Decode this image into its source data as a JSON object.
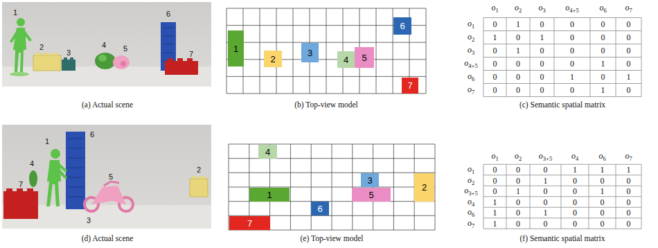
{
  "diagram": {
    "nodes": [
      {
        "text": [
          "1"
        ]
      },
      {
        "text": [
          "2"
        ]
      },
      {
        "text": [
          "3"
        ]
      },
      {
        "text": [
          "4"
        ]
      },
      {
        "text": [
          "5"
        ]
      },
      {
        "text": [
          "6"
        ]
      },
      {
        "text": [
          "7"
        ]
      },
      {
        "text": [
          "4"
        ]
      },
      {
        "text": [
          "3"
        ]
      },
      {
        "text": [
          "2"
        ]
      },
      {
        "text": [
          "1"
        ]
      },
      {
        "text": [
          "5"
        ]
      },
      {
        "text": [
          "6"
        ]
      },
      {
        "text": [
          "7"
        ]
      }
    ],
    "labels": [
      "1",
      "2",
      "3",
      "4",
      "5",
      "6",
      "7",
      "(a) Actual scene",
      "(b) Top-view model",
      "o1",
      "o2",
      "o3",
      "o4+5",
      "o6",
      "o7",
      "o1",
      "0",
      "1",
      "0",
      "0",
      "0",
      "0",
      "o2",
      "1",
      "0",
      "1",
      "0",
      "0",
      "0",
      "o3",
      "0",
      "1",
      "0",
      "0",
      "0",
      "0",
      "o4+5",
      "0",
      "0",
      "0",
      "0",
      "1",
      "0",
      "o6",
      "0",
      "0",
      "0",
      "1",
      "0",
      "1",
      "o7",
      "0",
      "0",
      "0",
      "0",
      "1",
      "0",
      "(c) Semantic spatial matrix",
      "1",
      "6",
      "2",
      "4",
      "5",
      "7",
      "3",
      "(d) Actual scene",
      "(e) Top-view model",
      "o1",
      "o2",
      "o3+5",
      "o4",
      "o6",
      "o7",
      "o1",
      "0",
      "0",
      "0",
      "1",
      "1",
      "1",
      "o2",
      "0",
      "0",
      "1",
      "0",
      "0",
      "0",
      "o3+5",
      "0",
      "1",
      "0",
      "0",
      "1",
      "0",
      "o4",
      "1",
      "0",
      "0",
      "0",
      "0",
      "0",
      "o6",
      "1",
      "0",
      "1",
      "0",
      "0",
      "0",
      "o7",
      "1",
      "0",
      "0",
      "0",
      "0",
      "0",
      "(f) Semantic spatial matrix"
    ]
  }
}
